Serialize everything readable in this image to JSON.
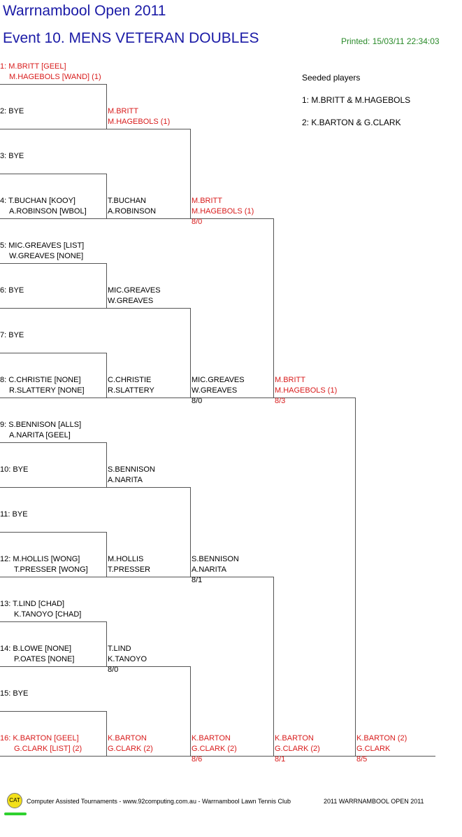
{
  "tournament_title": "Warrnambool Open 2011",
  "event_title": "Event 10. MENS VETERAN DOUBLES",
  "printed": "Printed: 15/03/11 22:34:03",
  "seeded": {
    "heading": "Seeded players",
    "items": [
      "1: M.BRITT & M.HAGEBOLS",
      "2: K.BARTON & G.CLARK"
    ]
  },
  "entries": [
    {
      "a": "1: M.BRITT [GEEL]",
      "b": "M.HAGEBOLS [WAND] (1)",
      "red": true
    },
    {
      "a": "2: BYE",
      "b": "",
      "red": false
    },
    {
      "a": "3: BYE",
      "b": "",
      "red": false
    },
    {
      "a": "4: T.BUCHAN [KOOY]",
      "b": "A.ROBINSON [WBOL]",
      "red": false
    },
    {
      "a": "5: MIC.GREAVES [LIST]",
      "b": "W.GREAVES [NONE]",
      "red": false
    },
    {
      "a": "6: BYE",
      "b": "",
      "red": false
    },
    {
      "a": "7: BYE",
      "b": "",
      "red": false
    },
    {
      "a": "8: C.CHRISTIE [NONE]",
      "b": "R.SLATTERY [NONE]",
      "red": false
    },
    {
      "a": "9: S.BENNISON [ALLS]",
      "b": "A.NARITA [GEEL]",
      "red": false
    },
    {
      "a": "10: BYE",
      "b": "",
      "red": false
    },
    {
      "a": "11: BYE",
      "b": "",
      "red": false
    },
    {
      "a": "12: M.HOLLIS [WONG]",
      "b": "T.PRESSER [WONG]",
      "red": false
    },
    {
      "a": "13: T.LIND [CHAD]",
      "b": "K.TANOYO [CHAD]",
      "red": false
    },
    {
      "a": "14: B.LOWE [NONE]",
      "b": "P.OATES [NONE]",
      "red": false
    },
    {
      "a": "15: BYE",
      "b": "",
      "red": false
    },
    {
      "a": "16: K.BARTON [GEEL]",
      "b": "G.CLARK [LIST] (2)",
      "red": true
    }
  ],
  "round2": [
    {
      "a": "M.BRITT",
      "b": "M.HAGEBOLS (1)",
      "score": "",
      "red": true
    },
    {
      "a": "T.BUCHAN",
      "b": "A.ROBINSON",
      "score": "",
      "red": false
    },
    {
      "a": "MIC.GREAVES",
      "b": "W.GREAVES",
      "score": "",
      "red": false
    },
    {
      "a": "C.CHRISTIE",
      "b": "R.SLATTERY",
      "score": "",
      "red": false
    },
    {
      "a": "S.BENNISON",
      "b": "A.NARITA",
      "score": "",
      "red": false
    },
    {
      "a": "M.HOLLIS",
      "b": "T.PRESSER",
      "score": "",
      "red": false
    },
    {
      "a": "T.LIND",
      "b": "K.TANOYO",
      "score": "8/0",
      "red": false
    },
    {
      "a": "K.BARTON",
      "b": "G.CLARK (2)",
      "score": "",
      "red": true
    }
  ],
  "round3": [
    {
      "a": "M.BRITT",
      "b": "M.HAGEBOLS (1)",
      "score": "8/0",
      "red": true
    },
    {
      "a": "MIC.GREAVES",
      "b": "W.GREAVES",
      "score": "8/0",
      "red": false
    },
    {
      "a": "S.BENNISON",
      "b": "A.NARITA",
      "score": "8/1",
      "red": false
    },
    {
      "a": "K.BARTON",
      "b": "G.CLARK (2)",
      "score": "8/6",
      "red": true
    }
  ],
  "round4": [
    {
      "a": "M.BRITT",
      "b": "M.HAGEBOLS (1)",
      "score": "8/3",
      "red": true
    },
    {
      "a": "K.BARTON",
      "b": "G.CLARK (2)",
      "score": "8/1",
      "red": true
    }
  ],
  "final": {
    "a": "K.BARTON (2)",
    "b": "G.CLARK",
    "score": "8/5",
    "red": true
  },
  "footer": {
    "logo": "CAT",
    "credit": "Computer Assisted Tournaments - www.92computing.com.au -  Warrnambool Lawn Tennis Club",
    "event": "2011 WARRNAMBOOL OPEN 2011"
  }
}
